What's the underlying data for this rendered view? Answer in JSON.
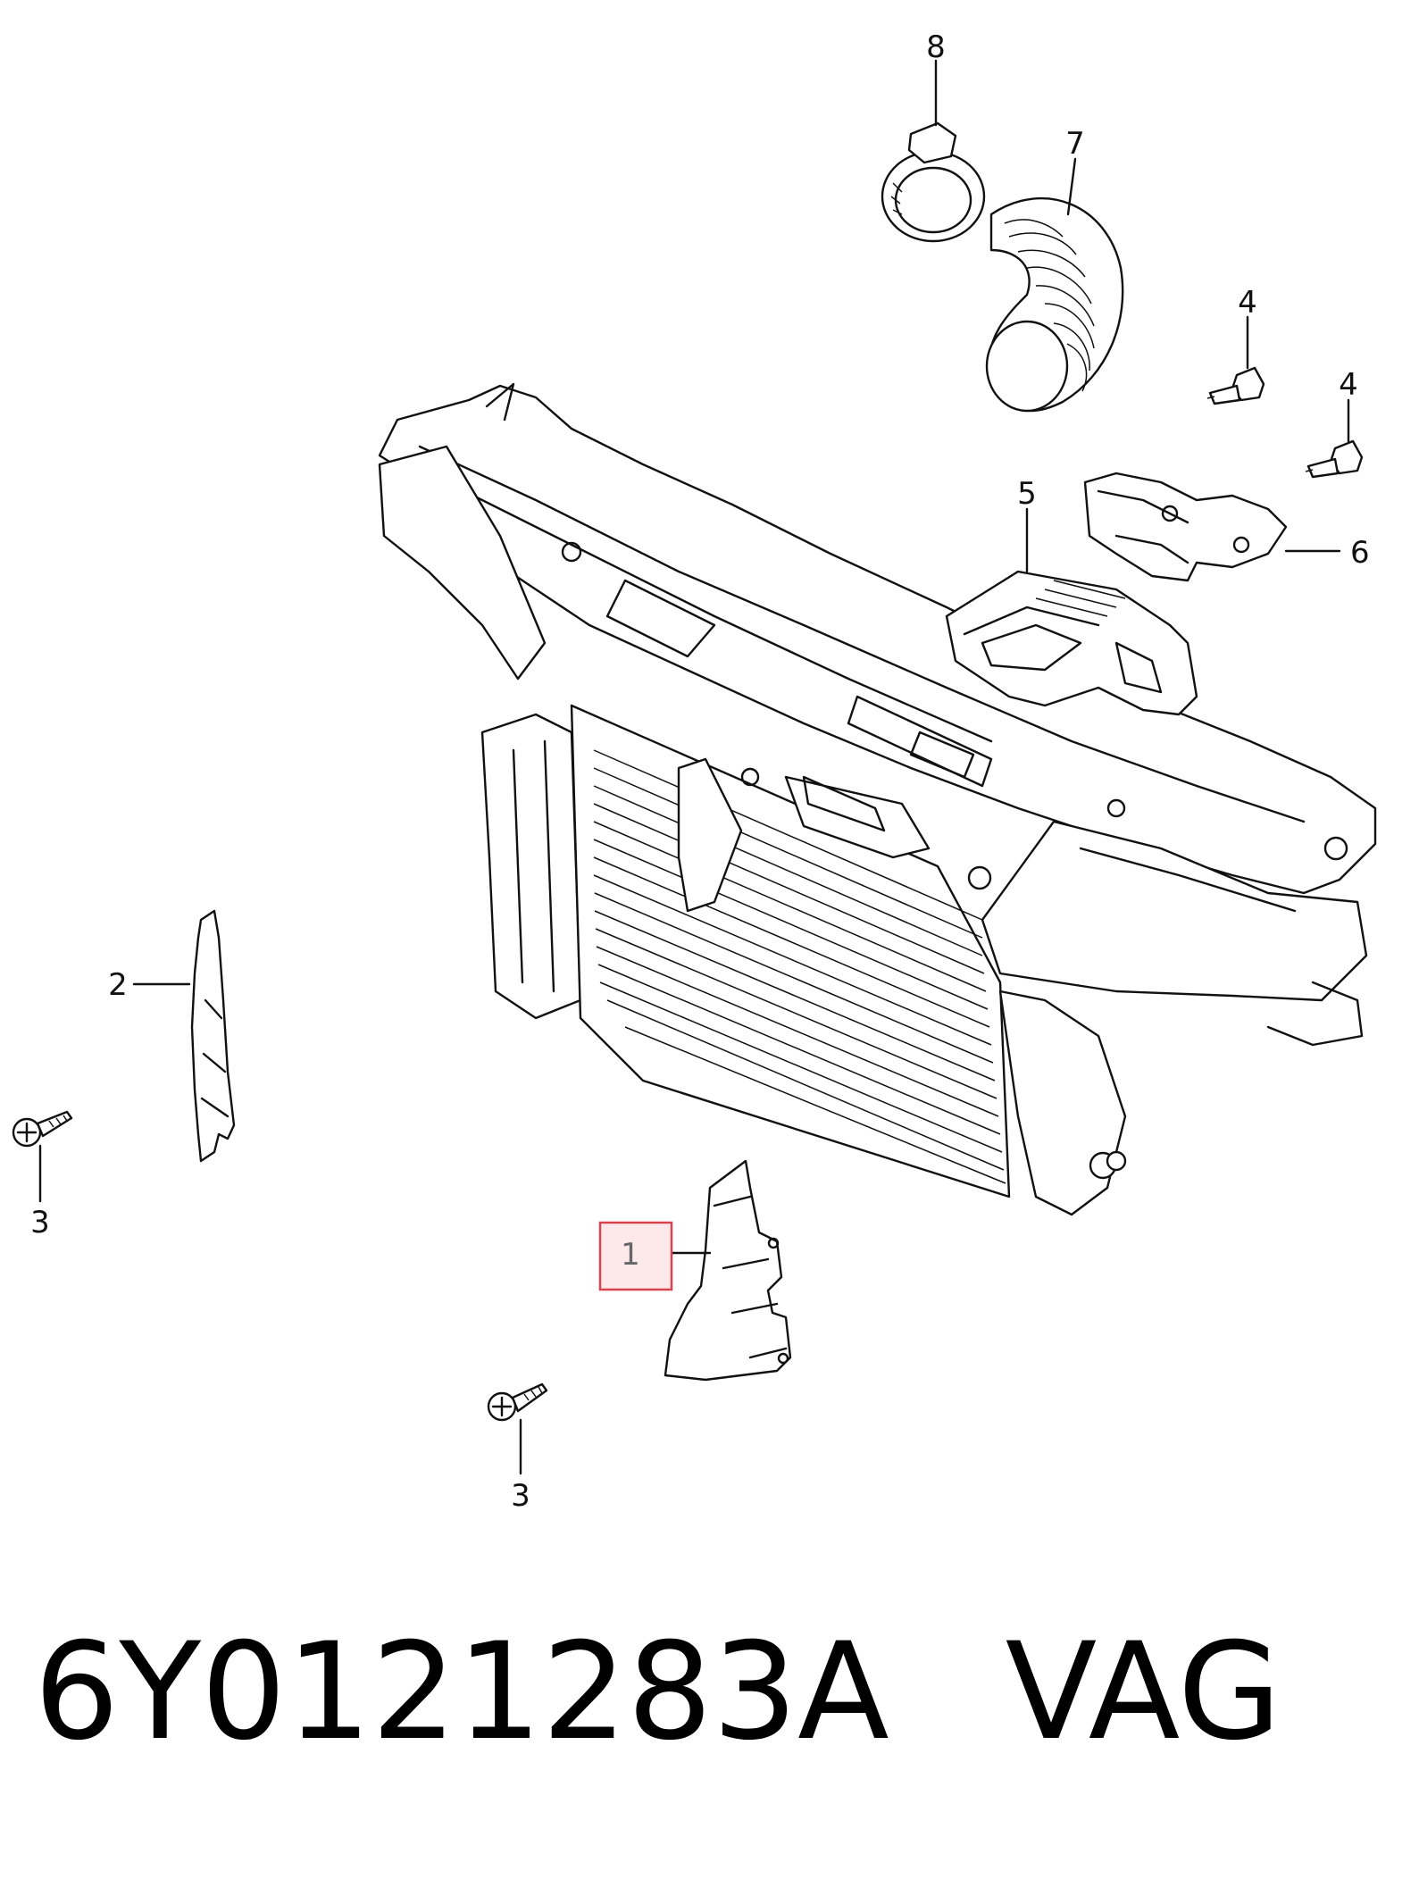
{
  "callouts": {
    "part_1": "1",
    "part_2": "2",
    "part_3_left": "3",
    "part_3_bottom": "3",
    "part_4_upper": "4",
    "part_4_lower": "4",
    "part_5": "5",
    "part_6": "6",
    "part_7": "7",
    "part_8": "8"
  },
  "highlight": {
    "part": "1",
    "color": "#d9434f",
    "fill": "#fde8ea"
  },
  "caption": {
    "part_number": "6Y0121283A",
    "brand": "VAG"
  }
}
